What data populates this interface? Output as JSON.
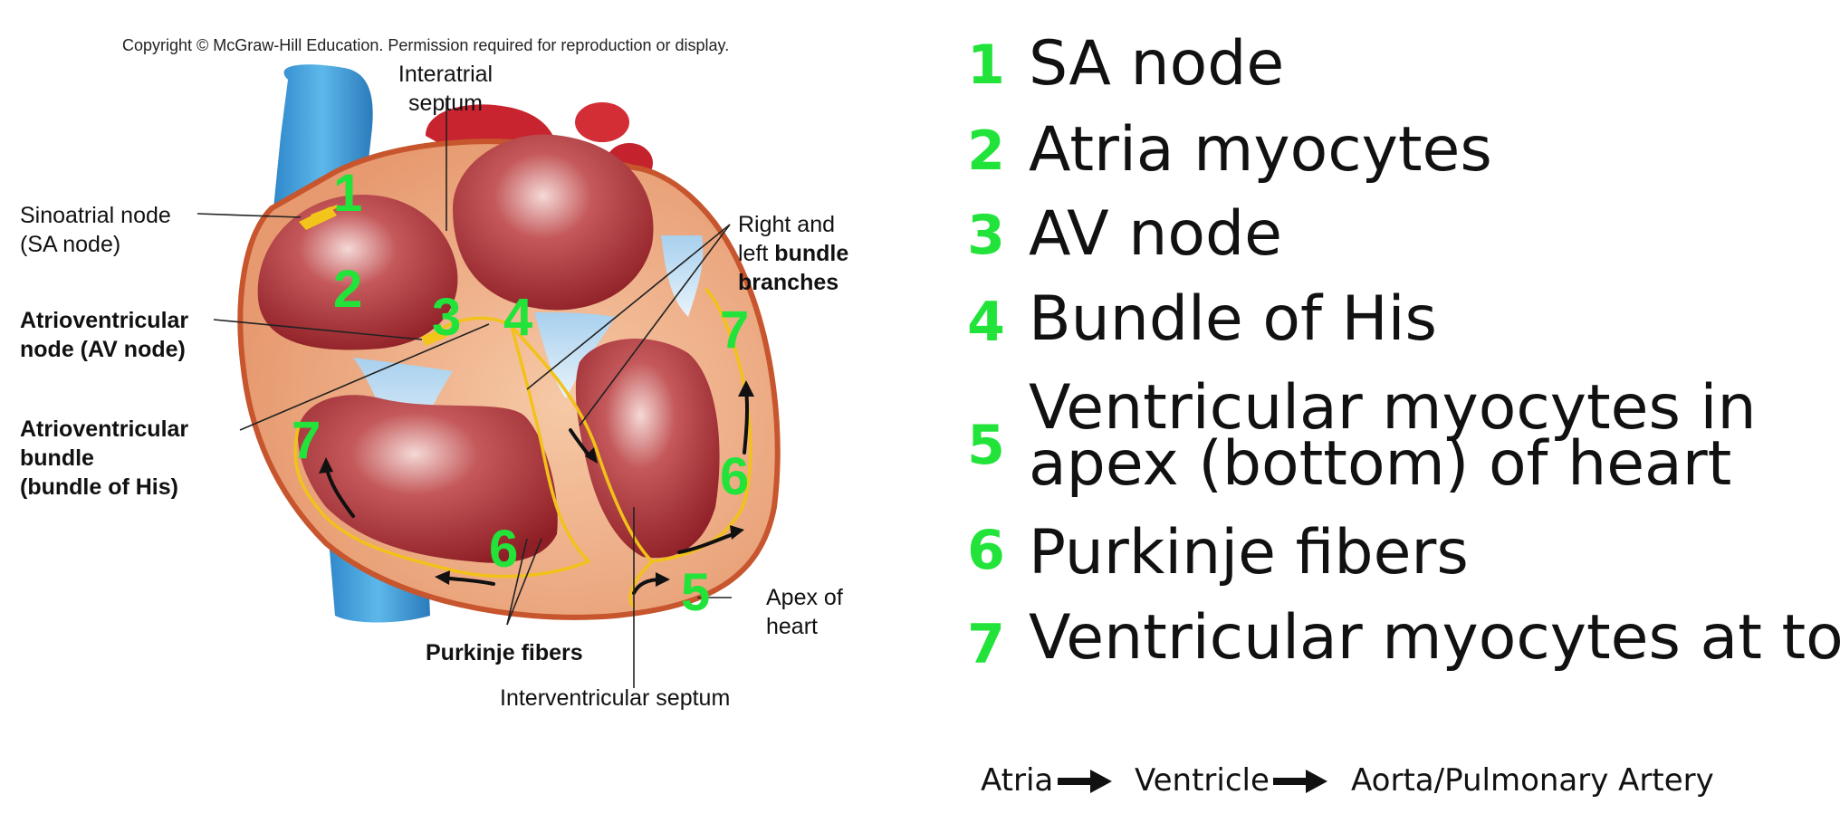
{
  "figure": {
    "copyright": "Copyright © McGraw-Hill Education. Permission required for reproduction or display.",
    "labels": {
      "interatrial_line1": "Interatrial",
      "interatrial_line2": "septum",
      "sa_line1": "Sinoatrial node",
      "sa_line2": "(SA node)",
      "av_line1": "Atrioventricular",
      "av_line2": "node (AV node)",
      "bundle_line1": "Atrioventricular",
      "bundle_line2": "bundle",
      "bundle_line3": "(bundle of His)",
      "branches_line1": "Right and",
      "branches_line2a": "left ",
      "branches_line2b": "bundle",
      "branches_line3": "branches",
      "apex_line1": "Apex of",
      "apex_line2": "heart",
      "purkinje": "Purkinje fibers",
      "interventricular": "Interventricular septum"
    },
    "numbers": [
      "1",
      "2",
      "3",
      "4",
      "7",
      "7",
      "6",
      "6",
      "5"
    ]
  },
  "key": {
    "colors": {
      "number": "#22e33a",
      "text": "#111111"
    },
    "items": [
      {
        "num": "1",
        "text": "SA node"
      },
      {
        "num": "2",
        "text": "Atria myocytes"
      },
      {
        "num": "3",
        "text": "AV node"
      },
      {
        "num": "4",
        "text": "Bundle of His"
      },
      {
        "num": "5",
        "text_line1": "Ventricular myocytes in",
        "text_line2": "apex (bottom) of heart"
      },
      {
        "num": "6",
        "text": "Purkinje fibers"
      },
      {
        "num": "7",
        "text": "Ventricular myocytes at top"
      }
    ]
  },
  "flow": {
    "steps": [
      "Atria",
      "Ventricle",
      "Aorta/Pulmonary Artery"
    ],
    "arrow_icon": "right-arrow-icon"
  }
}
